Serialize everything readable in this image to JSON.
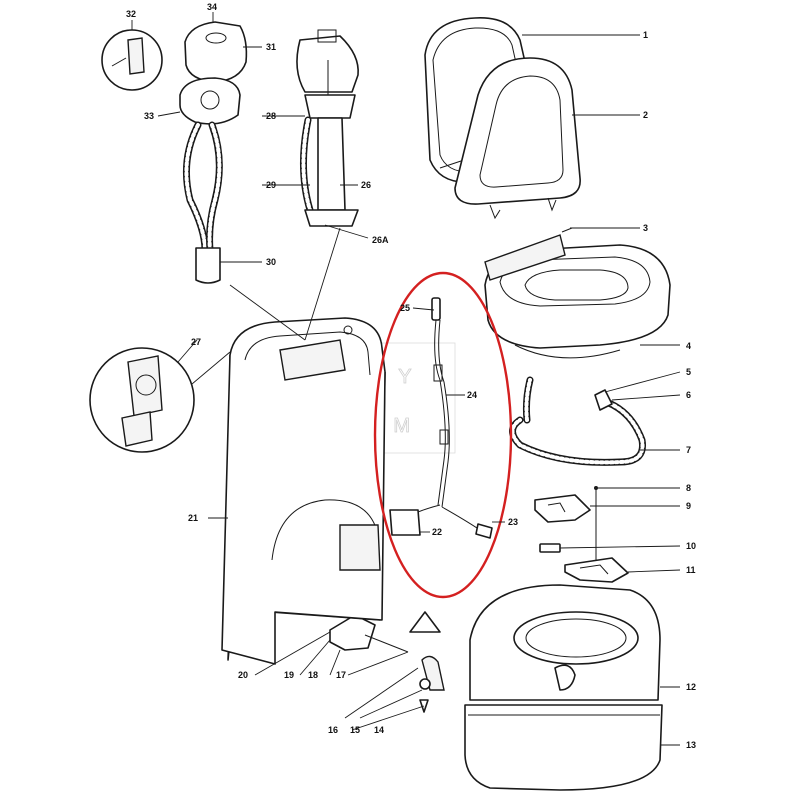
{
  "diagram": {
    "highlight_color": "#d42020",
    "line_color": "#1a1a1a",
    "watermark": {
      "line1": "ZY",
      "line2": "AM"
    },
    "callouts": {
      "c1": "1",
      "c2": "2",
      "c3": "3",
      "c4": "4",
      "c5": "5",
      "c6": "6",
      "c7": "7",
      "c8": "8",
      "c9": "9",
      "c10": "10",
      "c11": "11",
      "c12": "12",
      "c13": "13",
      "c14": "14",
      "c15": "15",
      "c16": "16",
      "c17": "17",
      "c18": "18",
      "c19": "19",
      "c20": "20",
      "c21": "21",
      "c22": "22",
      "c23": "23",
      "c24": "24",
      "c25": "25",
      "c26": "26",
      "c26a": "26A",
      "c27": "27",
      "c28": "28",
      "c29": "29",
      "c30": "30",
      "c31": "31",
      "c32": "32",
      "c33": "33",
      "c34": "34"
    }
  }
}
